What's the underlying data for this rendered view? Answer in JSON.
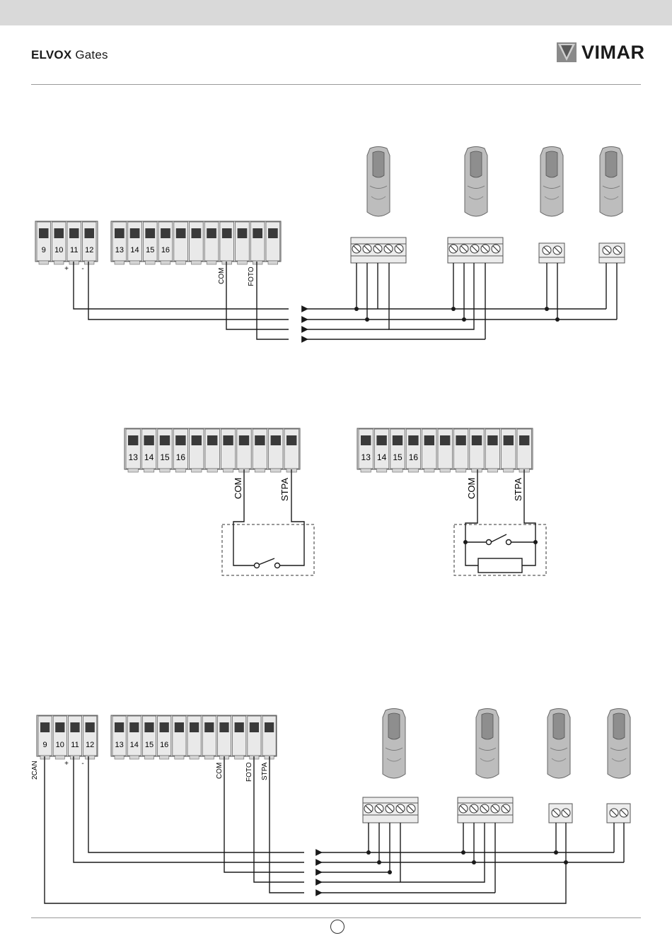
{
  "header": {
    "brand_bold": "ELVOX",
    "brand_regular": "Gates",
    "logo_name": "VIMAR"
  },
  "diagram1": {
    "terminal_block_a": [
      "9",
      "10",
      "11",
      "12"
    ],
    "terminal_block_b": [
      "13",
      "14",
      "15",
      "16"
    ],
    "polarity_labels": [
      "+",
      "-"
    ],
    "wire_labels": [
      "COM",
      "FOTO"
    ]
  },
  "diagram2": {
    "left": {
      "terminal_labels": [
        "13",
        "14",
        "15",
        "16"
      ],
      "wire_labels": [
        "COM",
        "STPA"
      ]
    },
    "right": {
      "terminal_labels": [
        "13",
        "14",
        "15",
        "16"
      ],
      "wire_labels": [
        "COM",
        "STPA"
      ]
    }
  },
  "diagram3": {
    "terminal_block_a": [
      "9",
      "10",
      "11",
      "12"
    ],
    "terminal_block_b": [
      "13",
      "14",
      "15",
      "16"
    ],
    "polarity_labels": [
      "+",
      "-"
    ],
    "wire_labels": [
      "2CAN",
      "COM",
      "FOTO",
      "STPA"
    ]
  },
  "colors": {
    "topbar": "#d9d9d9",
    "line": "#1a1a1a",
    "terminal_body": "#e9e9e9",
    "terminal_screw": "#3a3a3a",
    "photocell_body": "#bdbdbd"
  },
  "icons": [
    "photocell-icon",
    "screw-terminal-icon",
    "vimar-logo-icon"
  ]
}
